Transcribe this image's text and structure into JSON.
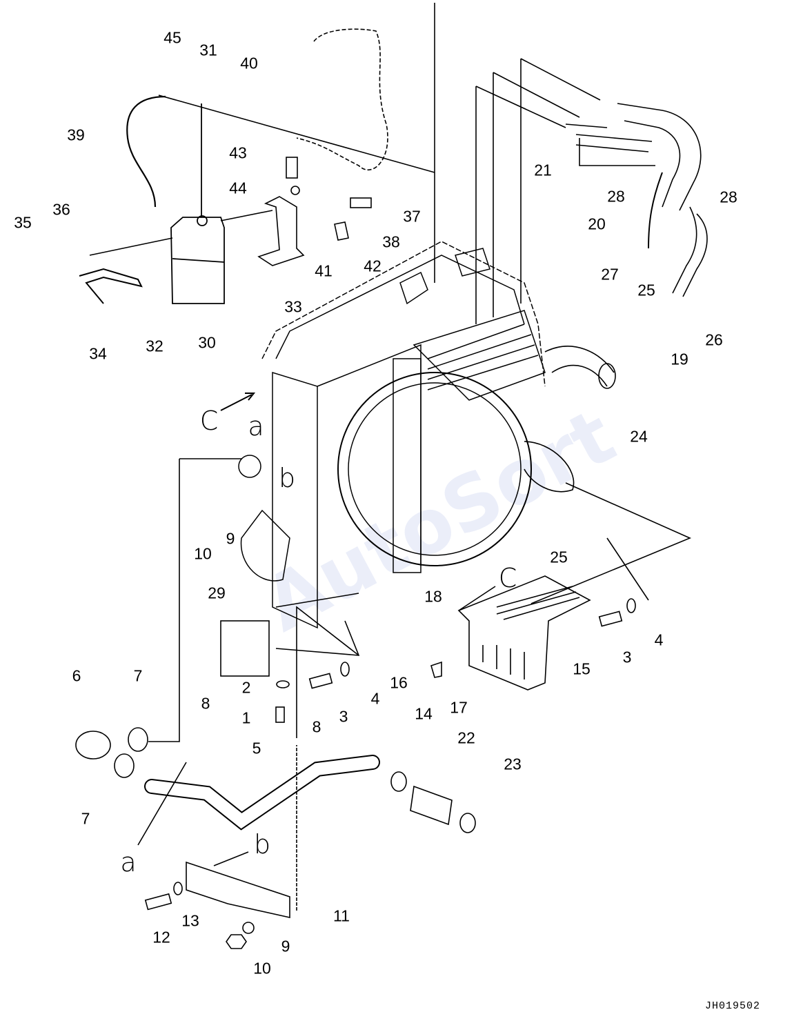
{
  "diagram": {
    "callouts": [
      "45",
      "31",
      "40",
      "39",
      "43",
      "44",
      "37",
      "38",
      "41",
      "42",
      "33",
      "35",
      "36",
      "34",
      "32",
      "30",
      "21",
      "28",
      "28",
      "20",
      "27",
      "25",
      "19",
      "26",
      "24",
      "25",
      "10",
      "9",
      "29",
      "18",
      "15",
      "3",
      "4",
      "16",
      "17",
      "2",
      "3",
      "4",
      "1",
      "6",
      "7",
      "8",
      "8",
      "5",
      "7",
      "14",
      "22",
      "23",
      "11",
      "12",
      "13",
      "9",
      "10"
    ],
    "view_markers": [
      "C",
      "a",
      "b",
      "C",
      "a",
      "b"
    ],
    "drawing_code": "JH019502",
    "watermark": "AutoSort"
  }
}
